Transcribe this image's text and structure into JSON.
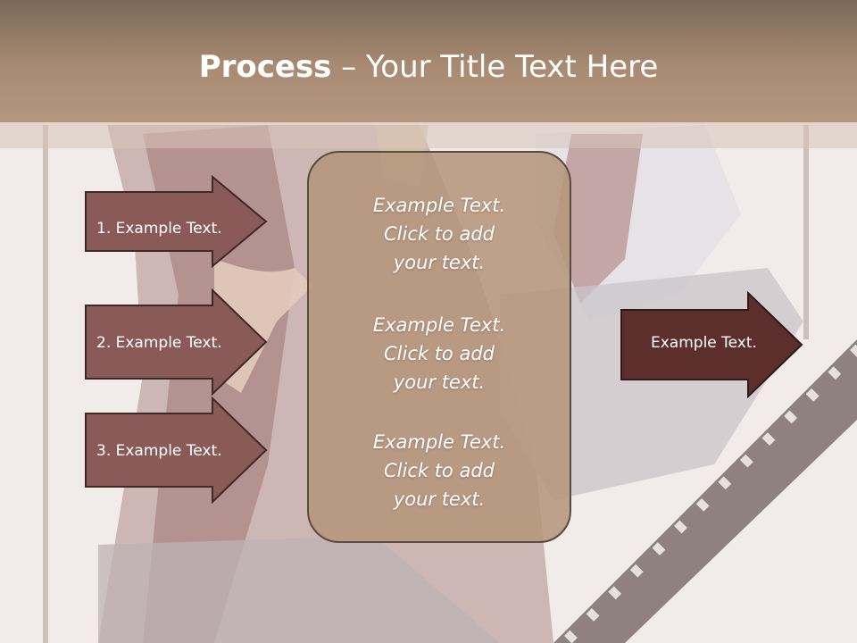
{
  "slide": {
    "title_bold": "Process",
    "title_rest": " – Your Title Text Here",
    "left_arrows": [
      {
        "label": "1. Example Text."
      },
      {
        "label": "2. Example Text."
      },
      {
        "label": "3. Example Text."
      }
    ],
    "center_blocks": [
      {
        "lines": [
          "Example Text.",
          "Click  to add",
          "your text."
        ]
      },
      {
        "lines": [
          "Example Text.",
          "Click  to add",
          "your text."
        ]
      },
      {
        "lines": [
          "Example Text.",
          "Click  to add",
          "your text."
        ]
      }
    ],
    "right_arrow": {
      "label": "Example Text."
    }
  },
  "colors": {
    "title_bar": "#a88b72",
    "left_arrow_fill": "#8a5a58",
    "right_arrow_fill": "#5c2e2c",
    "center_box_fill": "#b5967c",
    "outline": "#3d2a26"
  }
}
